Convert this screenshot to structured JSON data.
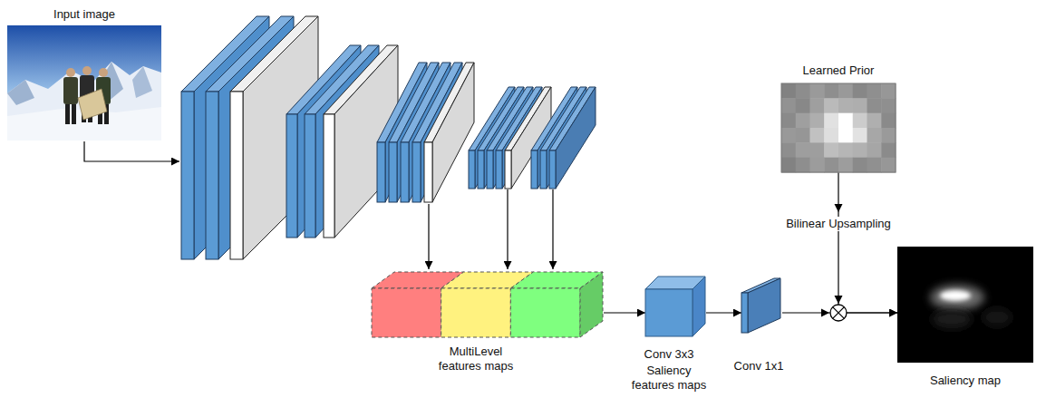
{
  "diagram": {
    "nodes": [
      {
        "text": [
          "Input image"
        ]
      },
      {
        "text": [
          "MultiLevel features maps"
        ]
      },
      {
        "text": [
          "Conv 3x3",
          "Saliency features maps"
        ]
      },
      {
        "text": [
          "Conv 1x1"
        ]
      },
      {
        "text": [
          "Learned Prior"
        ]
      },
      {
        "text": [
          "Saliency map"
        ]
      }
    ],
    "edges": [
      {
        "from": 1,
        "to": 2,
        "arrow": "to"
      },
      {
        "from": 2,
        "to": 3,
        "arrow": "to"
      },
      {
        "from": 3,
        "to": 5,
        "arrow": "to"
      },
      {
        "from": 4,
        "to": 5,
        "arrow": "to"
      }
    ],
    "labels": [
      "Bilinear Upsampling"
    ]
  }
}
